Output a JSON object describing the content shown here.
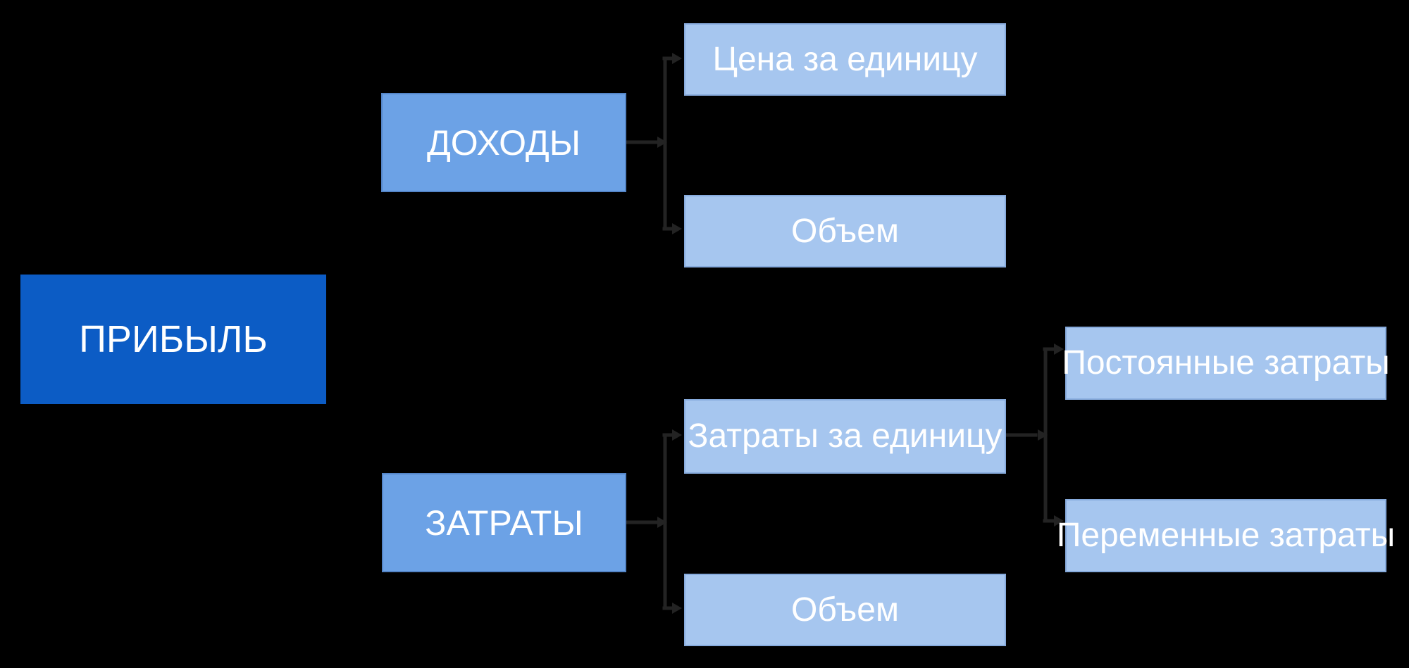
{
  "diagram": {
    "background_color": "#000000",
    "connector_color": "#232323",
    "text_color": "#ffffff",
    "palette": {
      "level1_fill": "#0c5cc5",
      "level2_fill": "#6ca2e6",
      "level3_fill": "#a6c6ef"
    },
    "nodes": {
      "profit": {
        "label": "ПРИБЫЛЬ"
      },
      "income": {
        "label": "ДОХОДЫ"
      },
      "costs": {
        "label": "ЗАТРАТЫ"
      },
      "price_per_unit": {
        "label": "Цена за единицу"
      },
      "income_volume": {
        "label": "Объем"
      },
      "cost_per_unit": {
        "label": "Затраты за единицу"
      },
      "cost_volume": {
        "label": "Объем"
      },
      "fixed_costs": {
        "label": "Постоянные затраты"
      },
      "variable_costs": {
        "label": "Переменные затраты"
      }
    }
  }
}
